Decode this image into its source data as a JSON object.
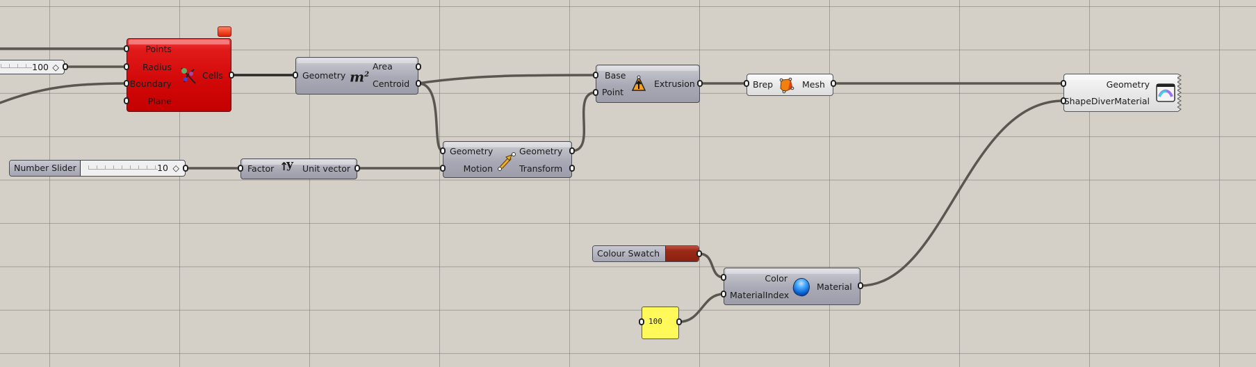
{
  "canvas": {
    "background": "#d4d0c8"
  },
  "components": {
    "voronoi": {
      "inputs": [
        "Points",
        "Radius",
        "Boundary",
        "Plane"
      ],
      "outputs": [
        "Cells"
      ],
      "icon": "voronoi-icon",
      "color": "#d20808",
      "warning_icon": "warning-balloon-icon"
    },
    "area": {
      "inputs": [
        "Geometry"
      ],
      "outputs": [
        "Area",
        "Centroid"
      ],
      "icon_text": "m",
      "icon_sup": "2"
    },
    "unit_y": {
      "inputs": [
        "Factor"
      ],
      "outputs": [
        "Unit vector"
      ],
      "icon_text": "y",
      "icon": "unit-y-arrow-icon"
    },
    "move": {
      "inputs": [
        "Geometry",
        "Motion"
      ],
      "outputs": [
        "Geometry",
        "Transform"
      ],
      "icon": "move-arrow-icon"
    },
    "extrude_point": {
      "inputs": [
        "Base",
        "Point"
      ],
      "outputs": [
        "Extrusion"
      ],
      "icon": "extrude-point-icon"
    },
    "mesh_brep": {
      "inputs": [
        "Brep"
      ],
      "outputs": [
        "Mesh"
      ],
      "icon": "mesh-cube-icon"
    },
    "shapediver_display": {
      "inputs": [
        "Geometry",
        "ShapeDiverMaterial"
      ],
      "icon": "shapediver-display-icon"
    },
    "material": {
      "inputs": [
        "Color",
        "MaterialIndex"
      ],
      "outputs": [
        "Material"
      ],
      "icon": "material-sphere-icon"
    }
  },
  "sliders": {
    "radius_slider": {
      "value": "100"
    },
    "number_slider": {
      "label": "Number Slider",
      "value": "10"
    }
  },
  "colour_swatch": {
    "label": "Colour Swatch",
    "color": "#9b2a18"
  },
  "panel": {
    "value": "100",
    "color": "#fffa5a"
  }
}
